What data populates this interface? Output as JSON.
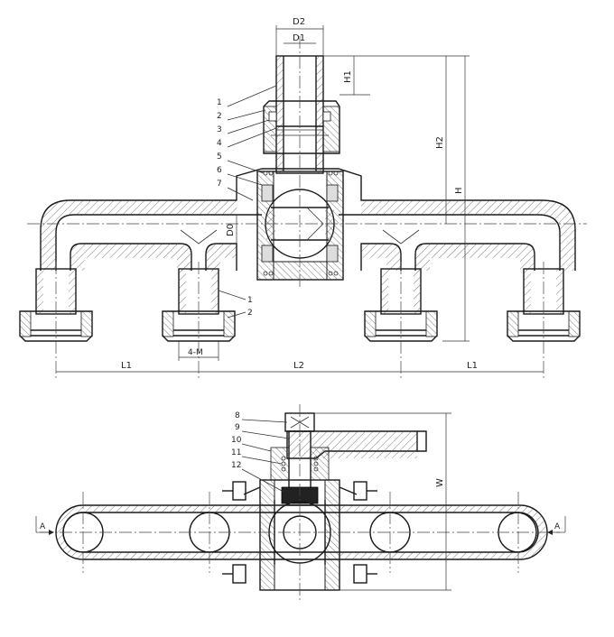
{
  "front_view": {
    "dims": {
      "d2": "D2",
      "d1": "D1",
      "h1": "H1",
      "h2": "H2",
      "h": "H",
      "d0": "D0",
      "l1_left": "L1",
      "l2": "L2",
      "l1_right": "L1",
      "thread": "4-M"
    },
    "parts": [
      "1",
      "2",
      "3",
      "4",
      "5",
      "6",
      "7"
    ],
    "port_parts": [
      "1",
      "2"
    ]
  },
  "side_view": {
    "parts": [
      "8",
      "9",
      "10",
      "11",
      "12"
    ],
    "dim_w": "W",
    "section_left": "A",
    "section_right": "A"
  }
}
